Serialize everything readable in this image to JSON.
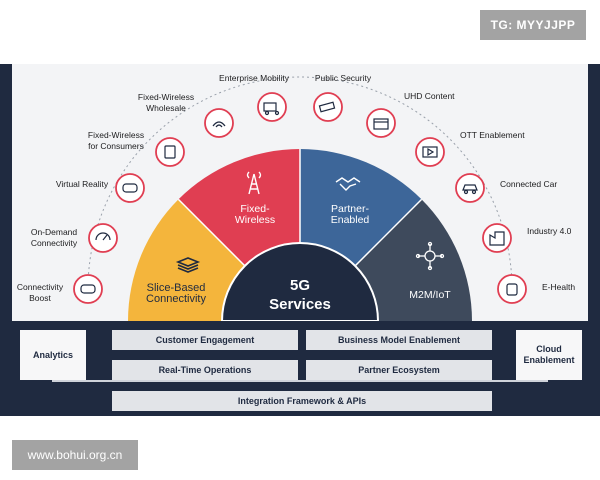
{
  "watermarks": {
    "top": "TG: MYYJJPP",
    "bottom": "www.bohui.org.cn"
  },
  "center": {
    "line1": "5G",
    "line2": "Services"
  },
  "segments": {
    "slice": {
      "line1": "Slice-Based",
      "line2": "Connectivity"
    },
    "fixed": {
      "line1": "Fixed-",
      "line2": "Wireless"
    },
    "partner": {
      "line1": "Partner-",
      "line2": "Enabled"
    },
    "m2m": {
      "line1": "M2M/IoT"
    }
  },
  "services": [
    {
      "icon": "gamepad-icon",
      "lines": [
        "Connectivity",
        "Boost"
      ]
    },
    {
      "icon": "speedometer-icon",
      "lines": [
        "On-Demand",
        "Connectivity"
      ]
    },
    {
      "icon": "vr-headset-icon",
      "lines": [
        "Virtual Reality"
      ]
    },
    {
      "icon": "devices-icon",
      "lines": [
        "Fixed-Wireless",
        "for Consumers"
      ]
    },
    {
      "icon": "wireless-network-icon",
      "lines": [
        "Fixed-Wireless",
        "Wholesale"
      ]
    },
    {
      "icon": "truck-icon",
      "lines": [
        "Enterprise Mobility"
      ]
    },
    {
      "icon": "cctv-camera-icon",
      "lines": [
        "Public Security"
      ]
    },
    {
      "icon": "clapperboard-icon",
      "lines": [
        "UHD Content"
      ]
    },
    {
      "icon": "video-play-icon",
      "lines": [
        "OTT Enablement"
      ]
    },
    {
      "icon": "car-icon",
      "lines": [
        "Connected Car"
      ]
    },
    {
      "icon": "factory-icon",
      "lines": [
        "Industry 4.0"
      ]
    },
    {
      "icon": "smartwatch-icon",
      "lines": [
        "E-Health"
      ]
    }
  ],
  "platform": {
    "analytics": "Analytics",
    "cloud_line1": "Cloud",
    "cloud_line2": "Enablement",
    "customer_engagement": "Customer Engagement",
    "business_model": "Business Model Enablement",
    "realtime_operations": "Real-Time Operations",
    "partner_ecosystem": "Partner Ecosystem",
    "integration": "Integration Framework & APIs"
  },
  "colors": {
    "navy": "#1f2a40",
    "yellow": "#f4b53c",
    "red": "#e03e52",
    "blue": "#3d6699",
    "slate": "#3e4a5c",
    "icon_ring": "#e03e52"
  }
}
